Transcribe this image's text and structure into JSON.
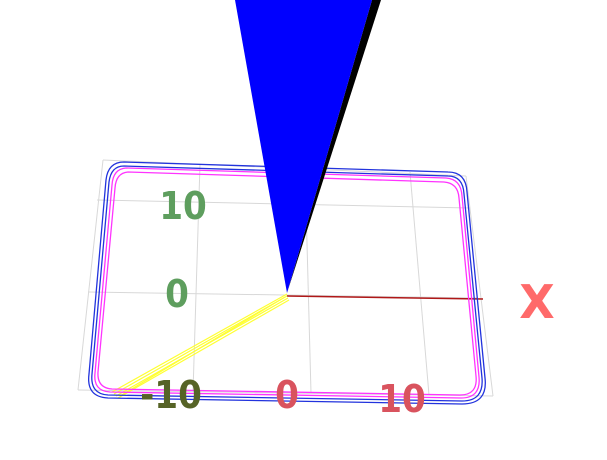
{
  "scene": {
    "axis_title_x": "X",
    "x_ticks": [
      "0",
      "10"
    ],
    "y_ticks": [
      "10",
      "0",
      "-10"
    ]
  },
  "colors": {
    "background": "#ffffff",
    "grid": "#d8d8d8",
    "x_axis_line": "#b01818",
    "x_labels": "#d9535e",
    "x_title": "#ff6a6a",
    "y_labels": "#5e9e5e",
    "y_label_near": "#566326",
    "trajectory_outer": "#2233dd",
    "trajectory_inner": "#ff33ff",
    "path_to_origin": "#ffff33",
    "cone_face": "#0000ff",
    "cone_edge": "#000000"
  }
}
